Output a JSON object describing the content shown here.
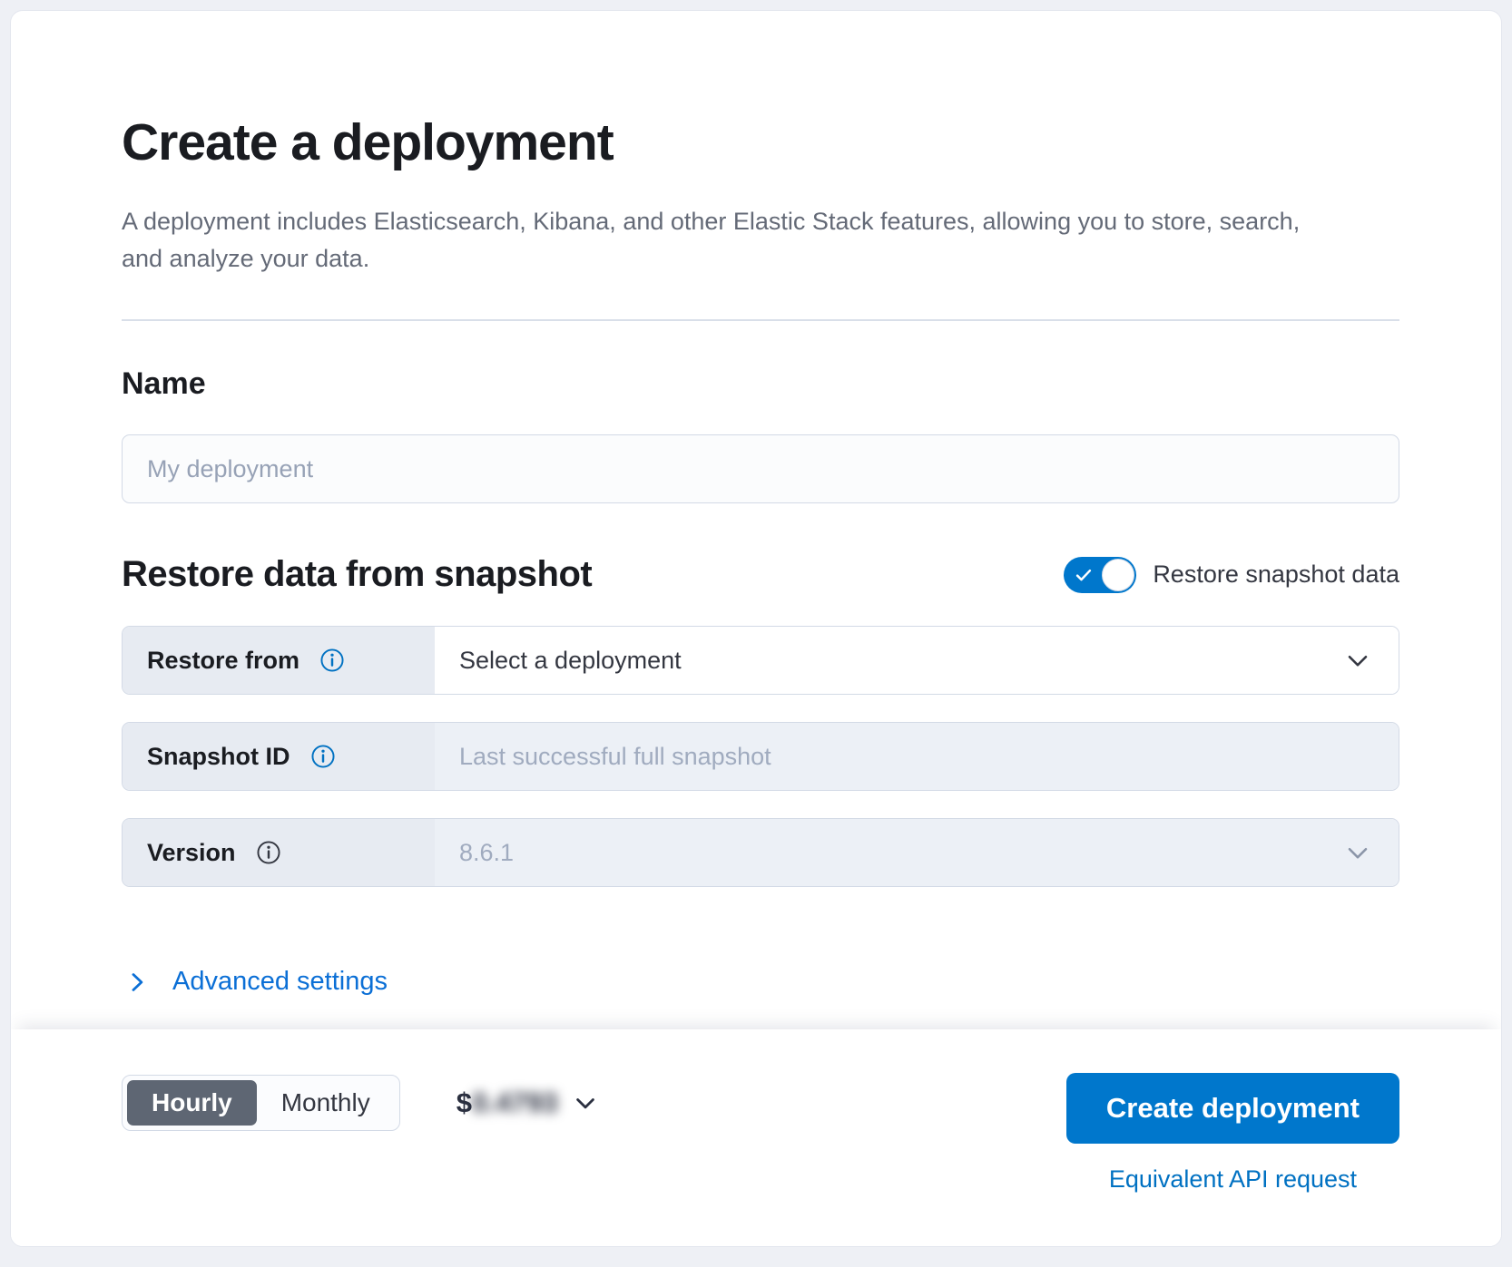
{
  "page": {
    "title": "Create a deployment",
    "subtitle": "A deployment includes Elasticsearch, Kibana, and other Elastic Stack features, allowing you to store, search, and analyze your data."
  },
  "name_section": {
    "heading": "Name",
    "placeholder": "My deployment"
  },
  "restore_section": {
    "heading": "Restore data from snapshot",
    "toggle_label": "Restore snapshot data",
    "toggle_state": "on",
    "restore_from": {
      "label": "Restore from",
      "value": "Select a deployment"
    },
    "snapshot_id": {
      "label": "Snapshot ID",
      "placeholder": "Last successful full snapshot"
    },
    "version": {
      "label": "Version",
      "value": "8.6.1"
    }
  },
  "advanced_settings": {
    "label": "Advanced settings"
  },
  "footer": {
    "billing_options": [
      "Hourly",
      "Monthly"
    ],
    "selected_billing": "Hourly",
    "price_currency": "$",
    "price_value": "0.4793",
    "create_button_label": "Create deployment",
    "api_link_label": "Equivalent API request"
  },
  "colors": {
    "primary_blue": "#0077cc",
    "link_blue": "#0071c2",
    "selected_billing_bg": "#5e6673",
    "label_cell_bg": "#e7ebf2",
    "disabled_bg": "#ecf0f6"
  }
}
